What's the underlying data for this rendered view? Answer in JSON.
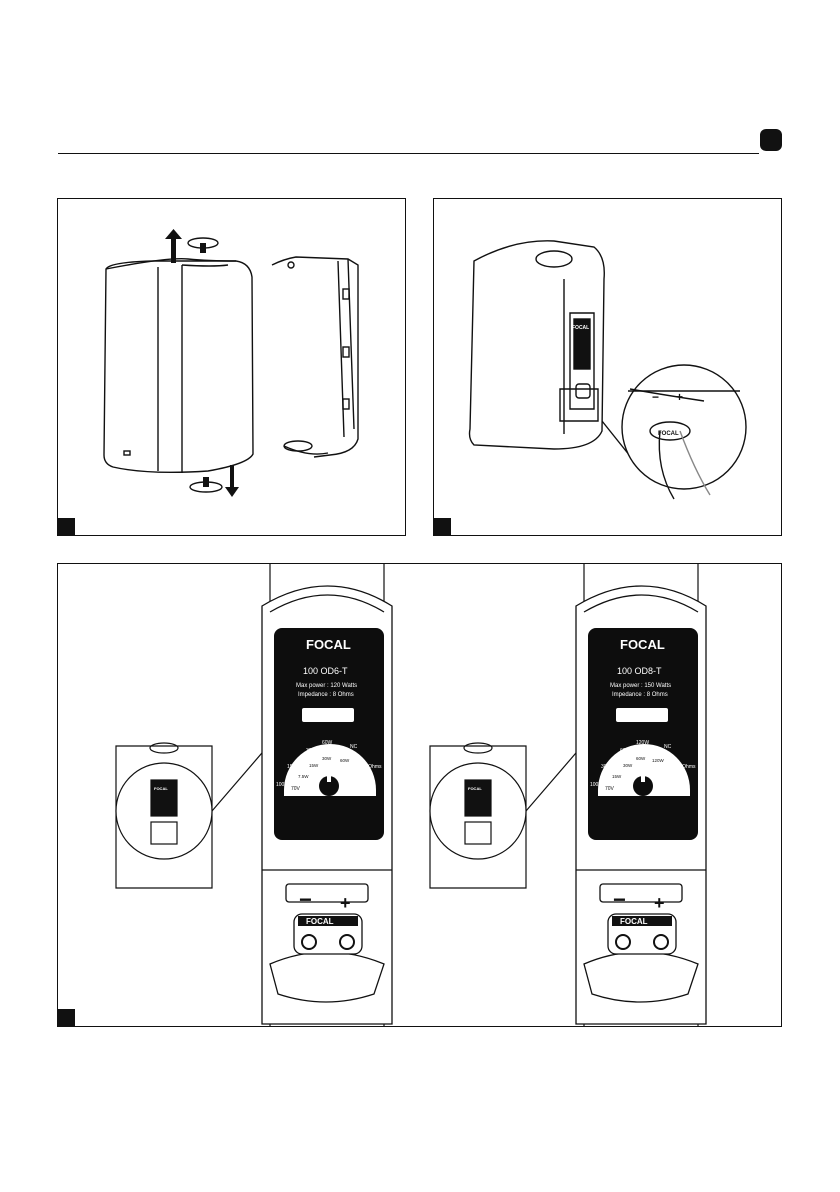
{
  "brand": "FOCAL",
  "left_plate": {
    "model": "100 OD6-T",
    "max_power": "Max power : 120 Watts",
    "impedance": "Impedance : 8 Ohms",
    "taps": [
      "15W",
      "30W",
      "60W",
      "NC",
      "8 Ohms",
      "7.5W",
      "15W",
      "30W",
      "60W",
      "100V",
      "70V"
    ]
  },
  "right_plate": {
    "model": "100 OD8-T",
    "max_power": "Max power : 150 Watts",
    "impedance": "Impedance : 8 Ohms",
    "taps": [
      "30W",
      "60W",
      "120W",
      "NC",
      "8 Ohms",
      "15W",
      "30W",
      "60W",
      "120W",
      "100V",
      "70V"
    ]
  },
  "terminal": {
    "minus": "−",
    "plus": "+"
  },
  "colors": {
    "ink": "#111111",
    "plate": "#0d0d0d",
    "plate_text": "#ffffff",
    "paper": "#ffffff"
  }
}
